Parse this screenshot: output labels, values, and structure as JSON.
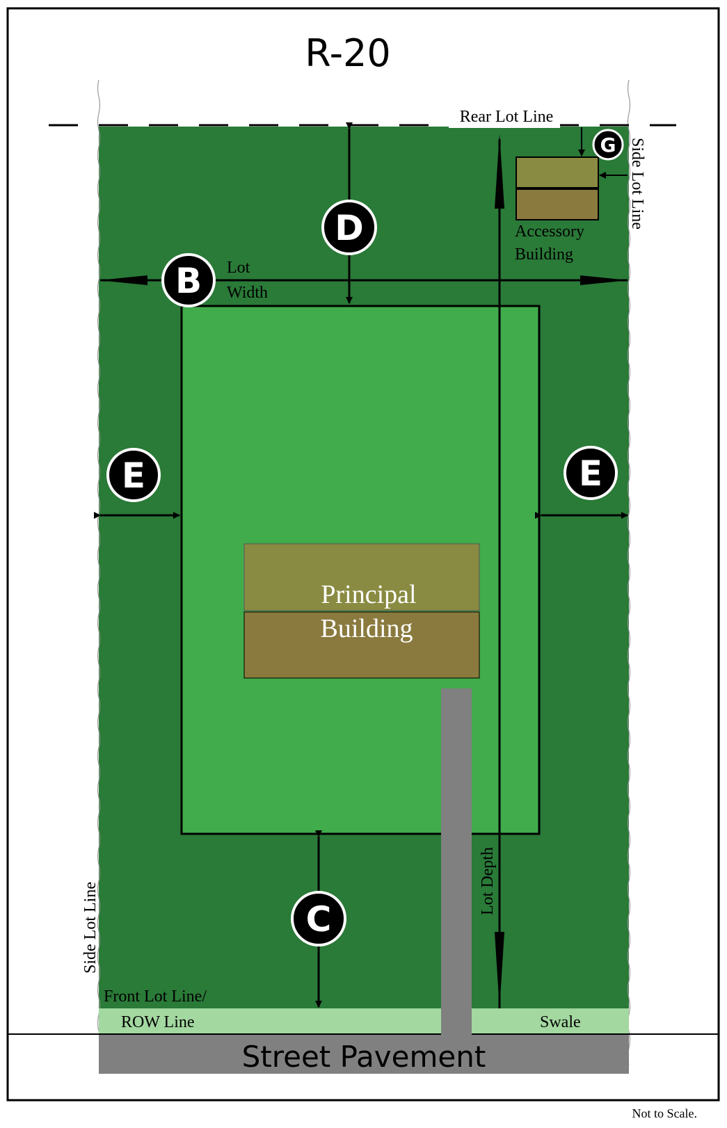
{
  "title": "R-20",
  "labels": {
    "rear_lot_line": "Rear Lot Line",
    "side_lot_line_right": "Side Lot Line",
    "side_lot_line_left": "Side Lot Line",
    "accessory_line1": "Accessory",
    "accessory_line2": "Building",
    "lot_width_line1": "Lot",
    "lot_width_line2": "Width",
    "principal_line1": "Principal",
    "principal_line2": "Building",
    "lot_depth": "Lot Depth",
    "front_lot_line_line1": "Front Lot Line/",
    "front_lot_line_line2": "ROW Line",
    "swale": "Swale",
    "street_pavement": "Street Pavement",
    "not_to_scale": "Not to Scale."
  },
  "markers": {
    "b": "B",
    "c": "C",
    "d": "D",
    "e_left": "E",
    "e_right": "E",
    "g": "G"
  },
  "colors": {
    "lot_dark_green": "#2a7a38",
    "buildable_green": "#41ac4b",
    "swale_green": "#a3d8a0",
    "building_top": "#8a8b42",
    "building_bottom": "#8a7a3e",
    "pavement_gray": "#808080",
    "marker_black": "#000000"
  }
}
